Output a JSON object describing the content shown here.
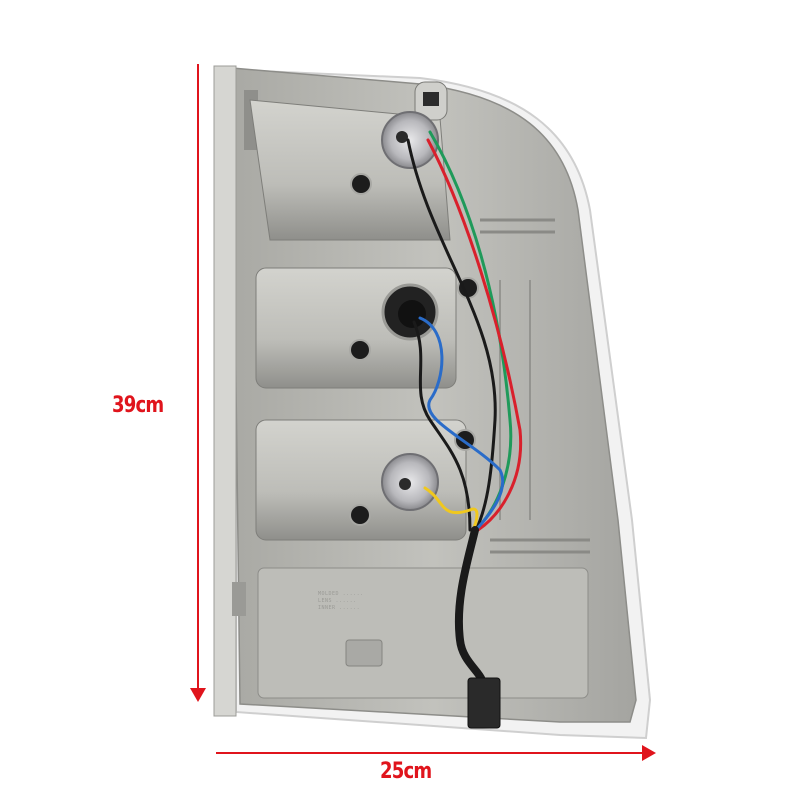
{
  "image": {
    "subject": "Tail light assembly, rear view (housing back with wiring harness)",
    "background_color": "#ffffff"
  },
  "dimensions": {
    "height": {
      "label": "39cm",
      "value": 39,
      "unit": "cm",
      "orientation": "vertical"
    },
    "width": {
      "label": "25cm",
      "value": 25,
      "unit": "cm",
      "orientation": "horizontal"
    },
    "arrow_color": "#e0141c"
  },
  "product": {
    "housing_color": "#b9b9b4",
    "lens_edge_color": "#e9e9e9",
    "bulb_sockets": 3,
    "wire_colors": [
      "#1a1a1a",
      "#d9202c",
      "#1f9a5a",
      "#2a6cc9",
      "#f0c81e"
    ],
    "connector_color": "#2a2a2a"
  },
  "embossed_text": [
    "MOLDED ......",
    "LENS ......",
    "INNER ......"
  ]
}
